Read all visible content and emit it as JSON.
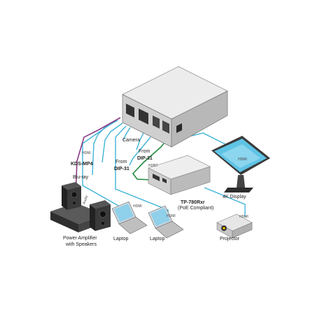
{
  "labels": {
    "kds_mp4": "KDS-MP4",
    "blu_ray": "Blu-ray",
    "camera": "Camera",
    "from_1": "From",
    "dip_1": "DIP-31",
    "from_2": "From",
    "dip_2": "DIP-31",
    "tp_model": "TP-780Rxr",
    "poe": "(PoE Compliant)",
    "display": "4K Display",
    "amp_line1": "Power Amplifier",
    "amp_line2": "with Speakers",
    "laptop_1": "Laptop",
    "laptop_2": "Laptop",
    "projector": "Projector"
  },
  "cable_labels": {
    "hdmi_kds": "HDMI",
    "hdmi_display": "HDMI",
    "hdmi_projector": "HDMI",
    "hdmi_laptop1": "HDMI",
    "hdmi_laptop2": "HDMI",
    "audio": "Audio",
    "hdbt": "HDBT"
  },
  "colors": {
    "hdmi_cable": "#3fb4d8",
    "audio_cable": "#8b3a86",
    "hdbt_cable": "#1e8a3c",
    "device_body": "#d9d9d9",
    "device_dark": "#3a3a3a"
  }
}
